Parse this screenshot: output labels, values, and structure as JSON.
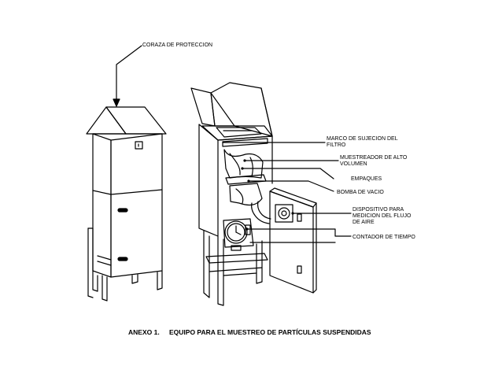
{
  "labels": {
    "coraza": "CORAZA DE PROTECCION",
    "marco_line1": "MARCO DE SUJECION DEL",
    "marco_line2": "FILTRO",
    "muestreador_line1": "MUESTREADOR DE ALTO",
    "muestreador_line2": "VOLUMEN",
    "empaques": "EMPAQUES",
    "bomba": "BOMBA DE VACIO",
    "dispositivo_line1": "DISPOSITIVO PARA",
    "dispositivo_line2": "MEDICION DEL FLUJO",
    "dispositivo_line3": "DE AIRE",
    "contador": "CONTADOR DE TIEMPO"
  },
  "caption": {
    "number": "ANEXO 1.",
    "title": "EQUIPO PARA EL MUESTREO DE PARTÍCULAS SUSPENDIDAS"
  }
}
